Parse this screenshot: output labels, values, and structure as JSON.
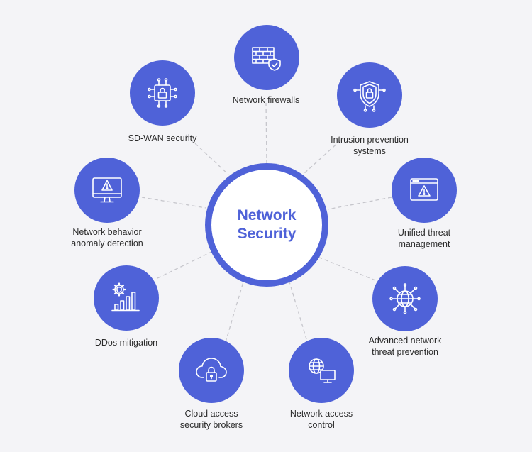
{
  "hub": {
    "title": "Network\nSecurity"
  },
  "nodes": [
    {
      "label": "Network firewalls",
      "icon": "brick-wall-shield-icon"
    },
    {
      "label": "Intrusion prevention\nsystems",
      "icon": "shield-lock-circuit-icon"
    },
    {
      "label": "Unified threat\nmanagement",
      "icon": "browser-warning-icon"
    },
    {
      "label": "Advanced network\nthreat prevention",
      "icon": "globe-network-icon"
    },
    {
      "label": "Network access\ncontrol",
      "icon": "globe-monitor-icon"
    },
    {
      "label": "Cloud access\nsecurity brokers",
      "icon": "cloud-lock-icon"
    },
    {
      "label": "DDos mitigation",
      "icon": "gear-shield-bar-chart-icon"
    },
    {
      "label": "Network behavior\nanomaly detection",
      "icon": "monitor-warning-icon"
    },
    {
      "label": "SD-WAN security",
      "icon": "circuit-lock-icon"
    }
  ],
  "colors": {
    "accent": "#4f62d8",
    "background": "#f4f4f7",
    "line": "#c9c9cf"
  }
}
